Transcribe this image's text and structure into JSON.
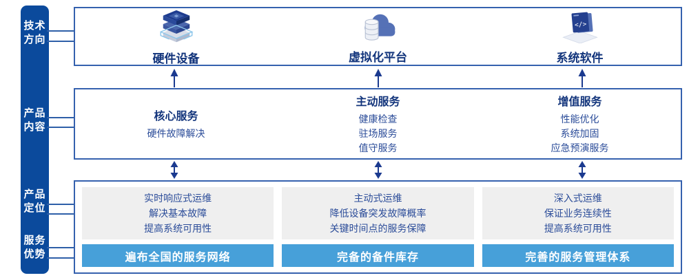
{
  "colors": {
    "sidebar_bg": "#0B4A9C",
    "box_border": "#3561AE",
    "heading_text": "#13357C",
    "body_text": "#2B4C99",
    "arrow": "#1B3A8F",
    "panel_gray": "#EFEFEF",
    "banner_blue": "#47A0D9"
  },
  "sidebar": {
    "items": [
      {
        "label": "技术方向"
      },
      {
        "label": "产品内容"
      },
      {
        "label": "产品定位"
      },
      {
        "label": "服务优势"
      }
    ]
  },
  "tech_row": {
    "columns": [
      {
        "icon": "server-stack-icon",
        "label": "硬件设备"
      },
      {
        "icon": "cloud-database-icon",
        "label": "虚拟化平台"
      },
      {
        "icon": "code-window-icon",
        "label": "系统软件"
      }
    ]
  },
  "service_row": {
    "columns": [
      {
        "title": "核心服务",
        "items": [
          "硬件故障解决"
        ]
      },
      {
        "title": "主动服务",
        "items": [
          "健康检查",
          "驻场服务",
          "值守服务"
        ]
      },
      {
        "title": "增值服务",
        "items": [
          "性能优化",
          "系统加固",
          "应急预演服务"
        ]
      }
    ]
  },
  "positioning_row": {
    "columns": [
      {
        "lines": [
          "实时响应式运维",
          "解决基本故障",
          "提高系统可用性"
        ],
        "banner": "遍布全国的服务网络"
      },
      {
        "lines": [
          "主动式运维",
          "降低设备突发故障概率",
          "关键时间点的服务保障"
        ],
        "banner": "完备的备件库存"
      },
      {
        "lines": [
          "深入式运维",
          "保证业务连续性",
          "提高系统可用性"
        ],
        "banner": "完善的服务管理体系"
      }
    ]
  }
}
